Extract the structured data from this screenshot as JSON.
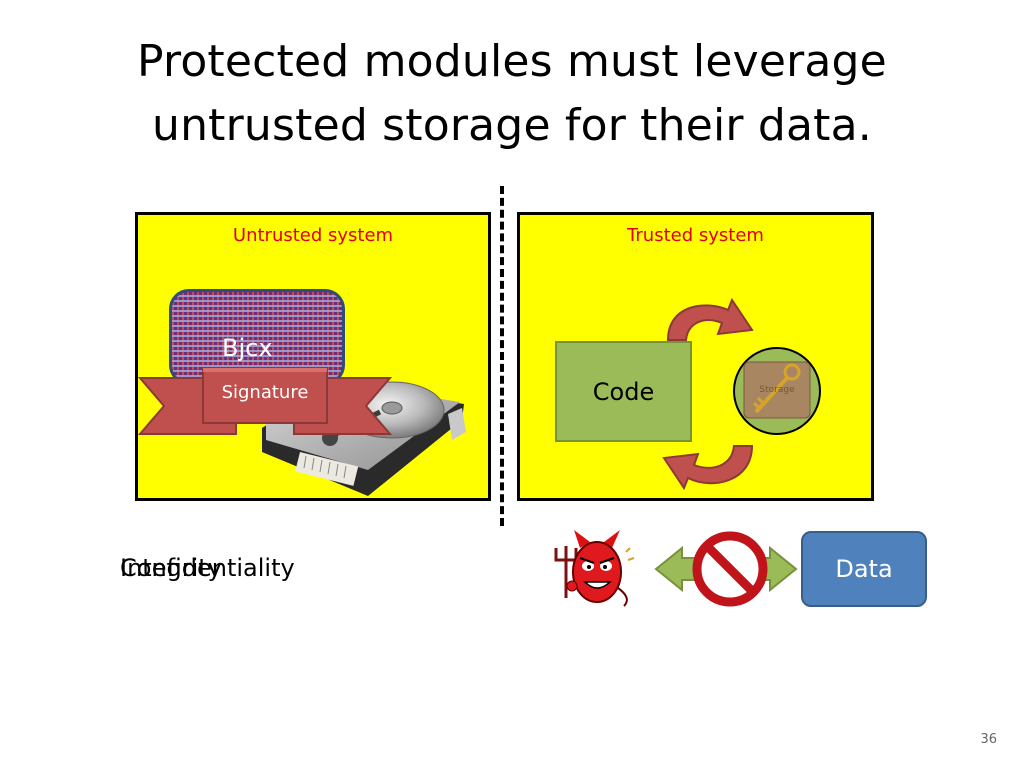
{
  "slide": {
    "title_line1": "Protected modules must leverage",
    "title_line2": "untrusted storage for their data.",
    "page_number": "36"
  },
  "untrusted_panel": {
    "label": "Untrusted system",
    "block_text": "Bjcx",
    "signature_text": "Signature"
  },
  "trusted_panel": {
    "label": "Trusted system",
    "code_text": "Code",
    "storage_text": "Storage"
  },
  "properties": {
    "first": "Confidentiality",
    "second": "Integrity"
  },
  "attack": {
    "data_label": "Data"
  },
  "colors": {
    "panel_fill": "#ffff00",
    "label_red": "#e0001a",
    "code_green": "#9bbb59",
    "data_blue": "#4f81bd",
    "arrow_red": "#c0504d"
  },
  "icons": [
    "hard-disk-icon",
    "key-icon",
    "devil-icon",
    "no-entry-icon",
    "cycle-arrow-icon"
  ]
}
